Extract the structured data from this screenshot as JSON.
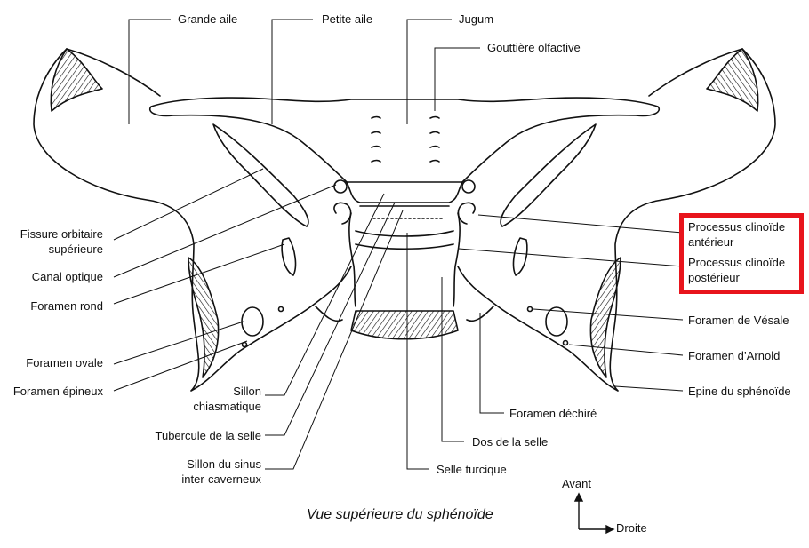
{
  "labels": {
    "grande_aile": "Grande aile",
    "petite_aile": "Petite aile",
    "jugum": "Jugum",
    "gouttiere_olfactive": "Gouttière olfactive",
    "fissure_orbitaire": "Fissure orbitaire\nsupérieure",
    "canal_optique": "Canal optique",
    "foramen_rond": "Foramen rond",
    "foramen_ovale": "Foramen ovale",
    "foramen_epineux": "Foramen épineux",
    "sillon_chiasmatique": "Sillon\nchiasmatique",
    "tubercule_selle": "Tubercule de la selle",
    "sillon_sinus": "Sillon du sinus\ninter-caverneux",
    "selle_turcique": "Selle turcique",
    "dos_selle": "Dos de la selle",
    "foramen_dechire": "Foramen déchiré",
    "processus_anterieur": "Processus clinoïde\nantérieur",
    "processus_posterieur": "Processus clinoïde\npostérieur",
    "foramen_vesale": "Foramen de Vésale",
    "foramen_arnold": "Foramen d’Arnold",
    "epine_sphenoide": "Epine du sphénoïde"
  },
  "caption": "Vue supérieure du sphénoïde",
  "orientation": {
    "up": "Avant",
    "right": "Droite"
  },
  "highlight_color": "#e8141c"
}
